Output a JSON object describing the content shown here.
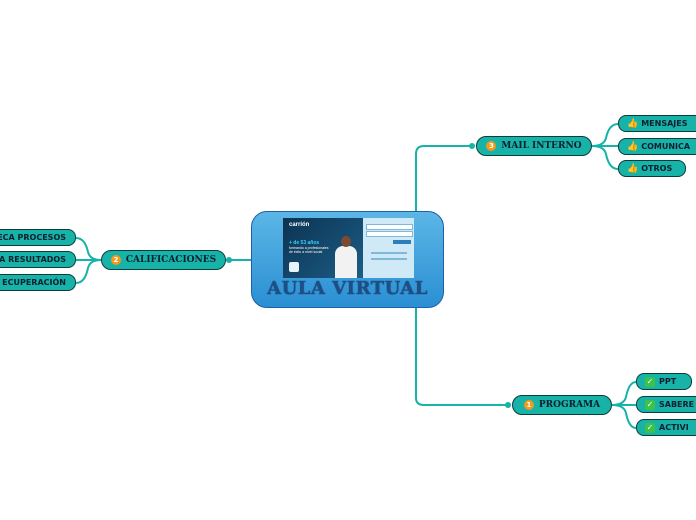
{
  "center": {
    "title": "AULA VIRTUAL"
  },
  "login_image": {
    "brand": "carrión",
    "promo_highlight": "+ de 53 años",
    "promo_text": "formando a profesionales de éxito a nivel social"
  },
  "branches": {
    "mail": {
      "number": "3",
      "label": "MAIL INTERNO",
      "children": [
        "MENSAJES",
        "COMUNICA",
        "OTROS"
      ]
    },
    "calificaciones": {
      "number": "2",
      "label": "CALIFICACIONES",
      "children": [
        "ECA PROCESOS",
        "A RESULTADOS",
        "ECUPERACIÓN"
      ]
    },
    "programa": {
      "number": "1",
      "label": "PROGRAMA",
      "children": [
        "PPT",
        "SABERE",
        "ACTIVI"
      ]
    }
  },
  "icons": {
    "mail_children": "thumbs-up-icon",
    "programa_children": "check-icon"
  },
  "colors": {
    "node_fill": "#17b2a8",
    "connector": "#17b2a8",
    "number_badge": "#f39a1c",
    "center_gradient_top": "#5cb6e6",
    "center_gradient_bottom": "#2a8fd3"
  }
}
